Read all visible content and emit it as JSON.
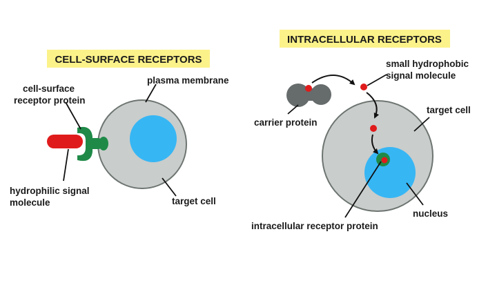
{
  "panels": {
    "cell_surface": {
      "title": "CELL-SURFACE RECEPTORS",
      "receptor_protein_label": [
        "cell-surface",
        "receptor protein"
      ],
      "membrane_label": "plasma membrane",
      "signal_label": [
        "hydrophilic signal",
        "molecule"
      ],
      "target_label": "target cell"
    },
    "intracellular": {
      "title": "INTRACELLULAR RECEPTORS",
      "signal_label": [
        "small hydrophobic",
        "signal molecule"
      ],
      "carrier_label": "carrier protein",
      "target_label": "target cell",
      "nucleus_label": "nucleus",
      "receptor_label": "intracellular receptor protein"
    }
  },
  "colors": {
    "title_highlight": "#fcf28a",
    "cell_fill": "#c9cdcc",
    "cell_stroke": "#6d7570",
    "nucleus": "#37b6f4",
    "receptor": "#1f8a48",
    "signal_hydrophilic": "#e01b1b",
    "signal_hydrophobic": "#e01b1b",
    "carrier": "#666b6b"
  }
}
